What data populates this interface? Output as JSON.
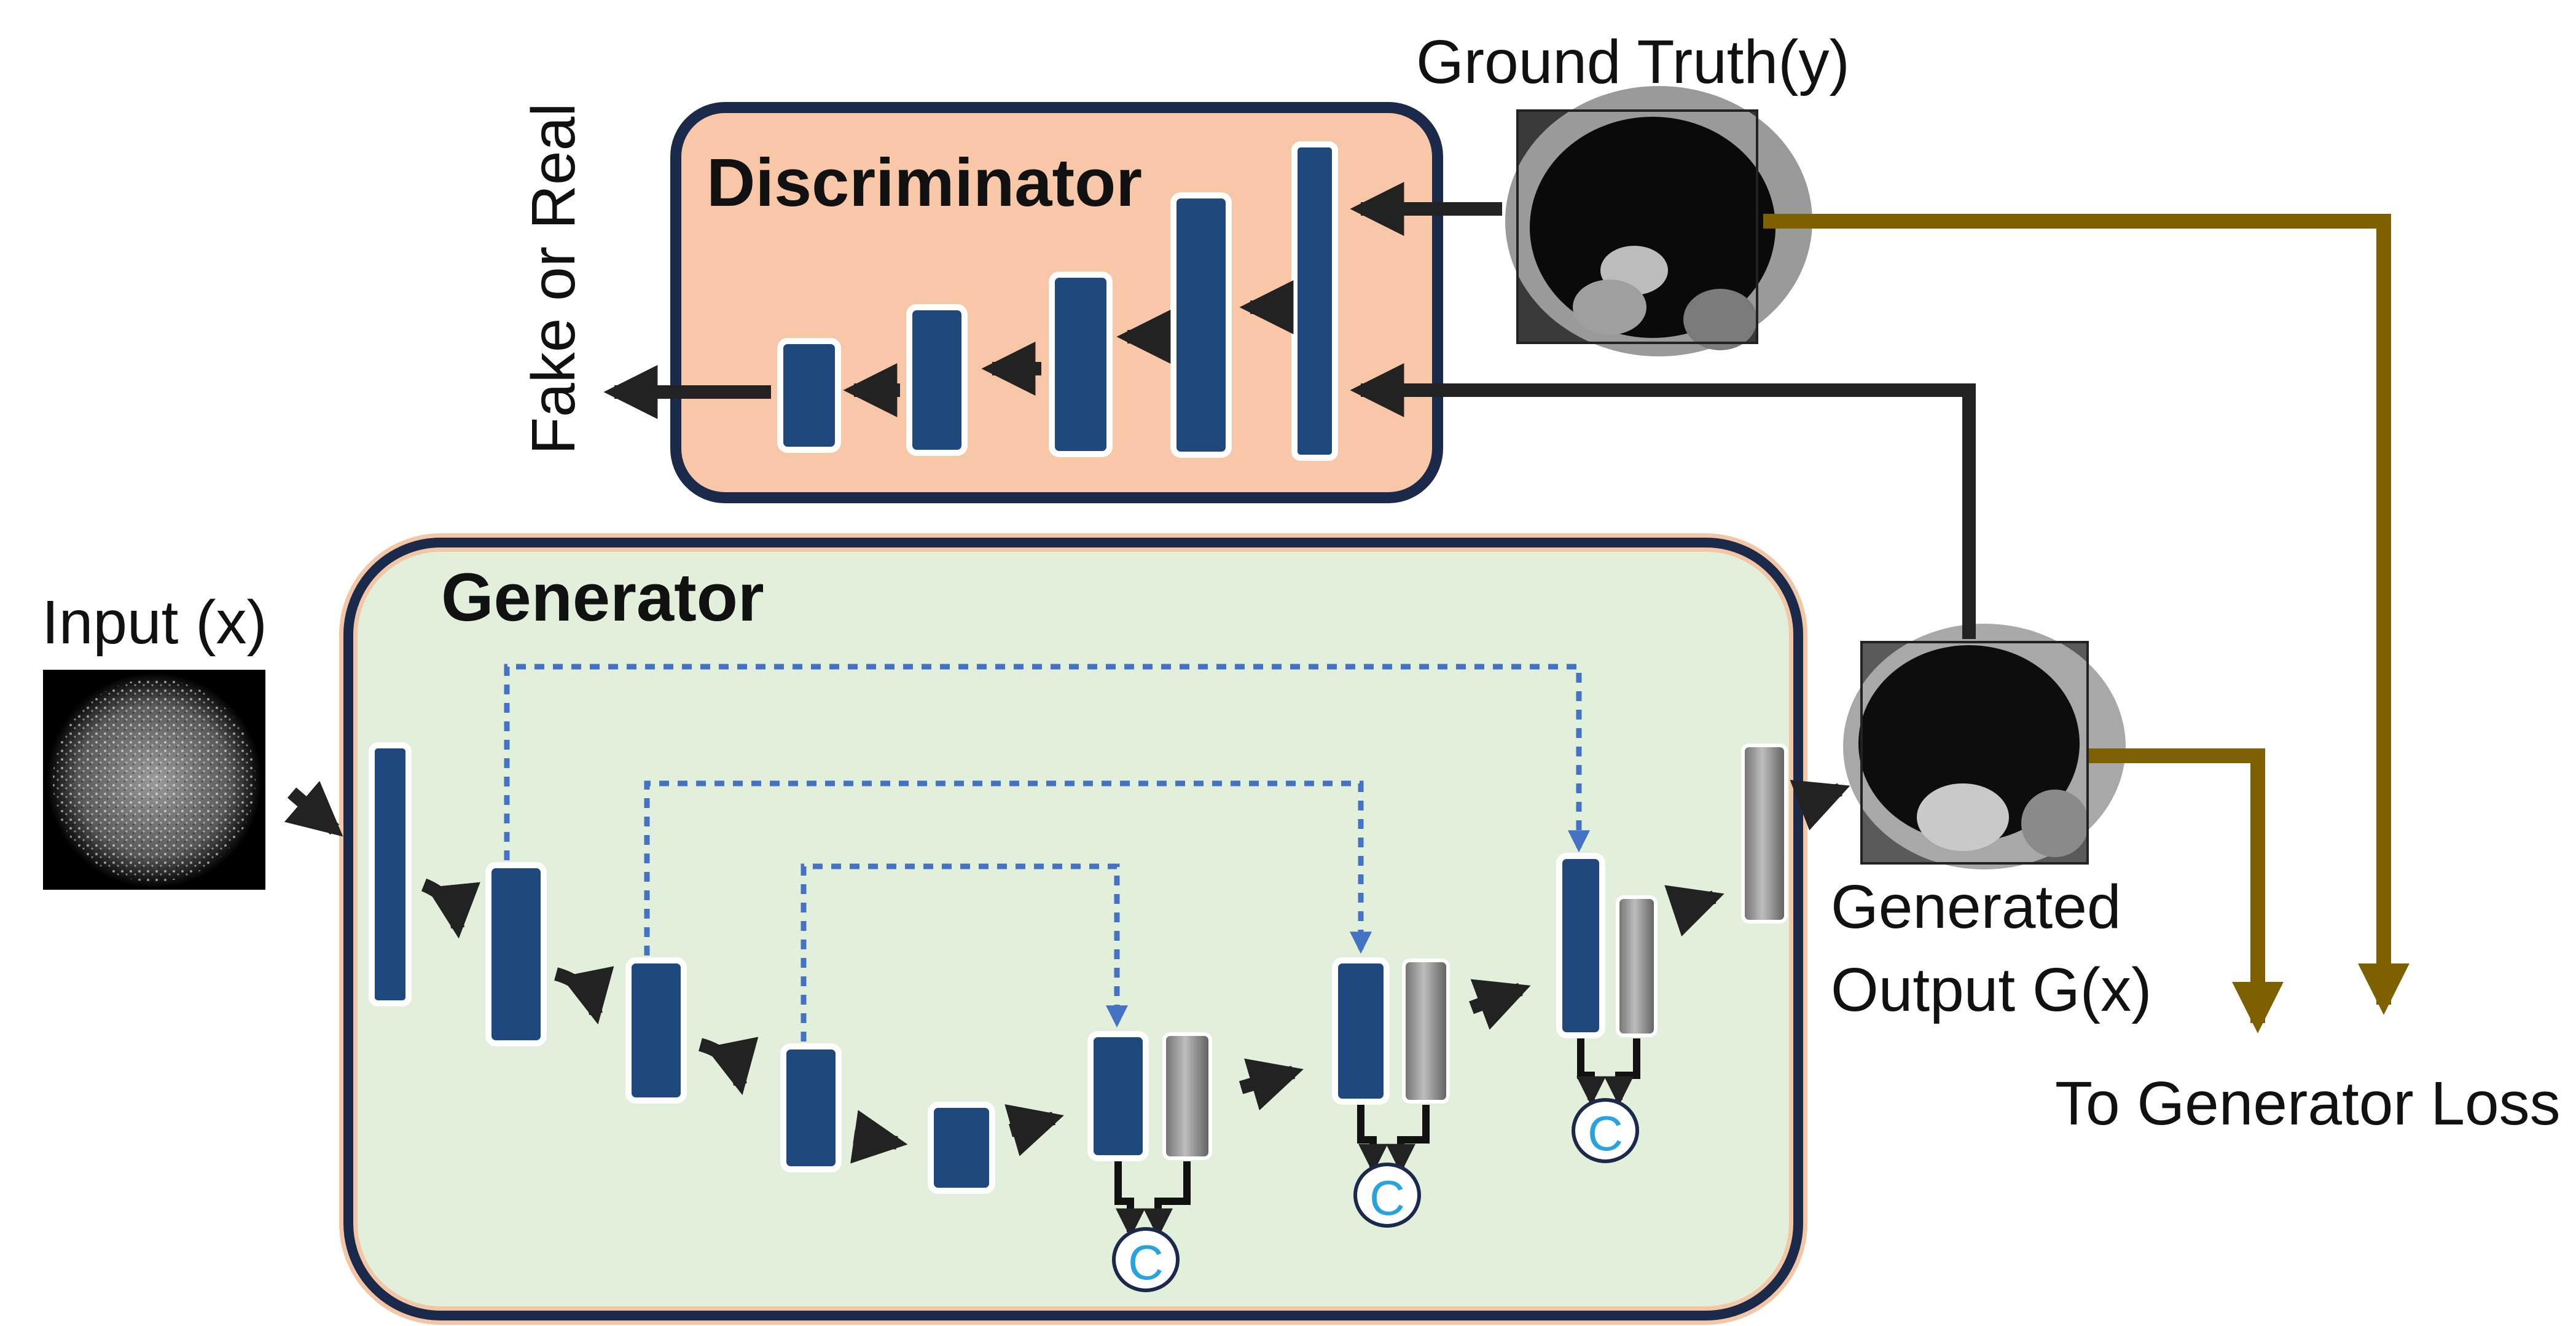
{
  "labels": {
    "ground_truth": "Ground Truth(y)",
    "discriminator": "Discriminator",
    "fake_or_real": "Fake or Real",
    "generator": "Generator",
    "input": "Input (x)",
    "generated_line1": "Generated",
    "generated_line2": "Output G(x)",
    "generator_loss": "To Generator Loss",
    "concat": "C"
  },
  "colors": {
    "discriminator_fill": "#f7c7a8",
    "discriminator_border": "#1b2a4a",
    "generator_fill": "#e2efda",
    "generator_border": "#1b2a4a",
    "encoder_block": "#1f497d",
    "decoder_block": "#8c8c8c",
    "skip_connection": "#4472c4",
    "loss_arrow": "#7f6000",
    "flow_arrow": "#222222",
    "concat_text": "#29a3e0"
  },
  "icons": {
    "ground_truth_image": "ct-slice-image",
    "input_image": "noisy-undersampled-image",
    "generated_image": "reconstructed-ct-image"
  }
}
